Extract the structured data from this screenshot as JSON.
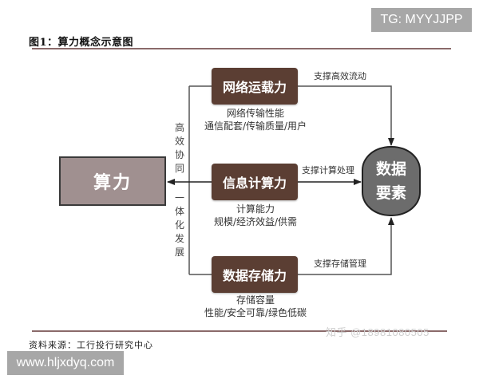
{
  "figure": {
    "title": "图1：算力概念示意图",
    "source": "资料来源：工行投行研究中心"
  },
  "badges": {
    "tg": "TG: MYYJJPP",
    "url": "www.hljxdyq.com",
    "watermark": "知乎 @18981080505"
  },
  "diagram": {
    "center_node": "算力",
    "left_labels": {
      "upper": [
        "高",
        "效",
        "协",
        "同"
      ],
      "lower": [
        "一",
        "体",
        "化",
        "发",
        "展"
      ]
    },
    "forces": [
      {
        "label": "网络运载力",
        "desc_line1": "网络传输性能",
        "desc_line2": "通信配套/传输质量/用户",
        "support": "支撑高效流动"
      },
      {
        "label": "信息计算力",
        "desc_line1": "计算能力",
        "desc_line2": "规模/经济效益/供需",
        "support": "支撑计算处理"
      },
      {
        "label": "数据存储力",
        "desc_line1": "存储容量",
        "desc_line2": "性能/安全可靠/绿色低碳",
        "support": "支撑存储管理"
      }
    ],
    "target_node": {
      "line1": "数据",
      "line2": "要素"
    },
    "colors": {
      "force_box": "#5b3e33",
      "center_box": "#a09090",
      "target_node": "#6c6c6c",
      "connector": "#333333"
    }
  }
}
